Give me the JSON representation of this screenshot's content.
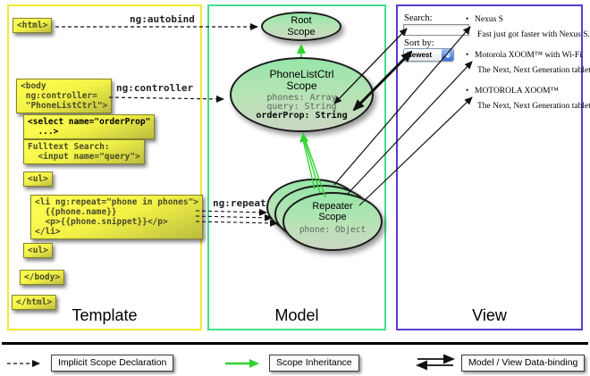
{
  "panels": {
    "template_label": "Template",
    "model_label": "Model",
    "view_label": "View"
  },
  "template": {
    "html_open": "<html>",
    "body_open": "<body\n ng:controller=\n \"PhoneListCtrl\">",
    "select": "<select name=\"orderProp\"\n  ...>",
    "fulltext": "Fulltext Search:\n  <input name=\"query\">",
    "ul_open": "<ul>",
    "li_repeat": "<li ng:repeat=\"phone in phones\">\n  {{phone.name}}\n  <p>{{phone.snippet}}</p>\n</li>",
    "ul_close": "<ul>",
    "body_close": "</body>",
    "html_close": "</html>"
  },
  "model": {
    "root_scope": {
      "title": "Root\nScope"
    },
    "phonelist_scope": {
      "title": "PhoneListCtrl\nScope",
      "prop1": "phones: Array",
      "prop2": "query: String",
      "prop3": "orderProp: String"
    },
    "repeater_scope": {
      "title": "Repeater\nScope",
      "prop1": "phone: Object"
    }
  },
  "edges": {
    "autobind": "ng:autobind",
    "controller": "ng:controller",
    "repeat": "ng:repeat"
  },
  "view": {
    "search_label": "Search:",
    "search_value": "",
    "sort_label": "Sort by:",
    "sort_value": "Newest",
    "bullet": "•",
    "items": [
      {
        "title": "Nexus S",
        "desc": "Fast just got faster with Nexus S."
      },
      {
        "title": "Motorola XOOM™ with Wi-Fi",
        "desc": "The Next, Next Generation tablet."
      },
      {
        "title": "MOTOROLA XOOM™",
        "desc": "The Next, Next Generation tablet."
      }
    ]
  },
  "legend": {
    "implicit": "Implicit Scope Declaration",
    "inheritance": "Scope Inheritance",
    "databinding": "Model / View Data-binding"
  },
  "colors": {
    "template_border": "#f0ea2f",
    "model_border": "#40df8d",
    "view_border": "#5a3ad5",
    "scope_arrow_green": "#2fd42f",
    "code_box_yellow": "#f2f246"
  }
}
